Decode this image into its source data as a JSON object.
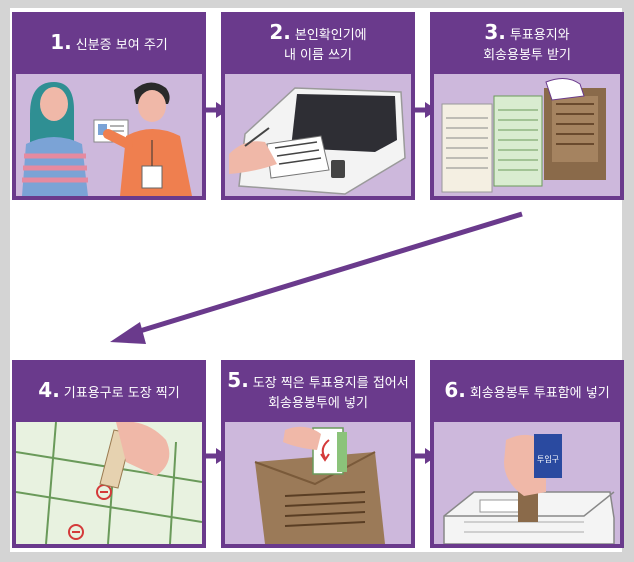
{
  "steps": [
    {
      "num": "1.",
      "line1": "신분증 보여 주기",
      "line2": ""
    },
    {
      "num": "2.",
      "line1": "본인확인기에",
      "line2": "내 이름 쓰기"
    },
    {
      "num": "3.",
      "line1": "투표용지와",
      "line2": "회송용봉투 받기"
    },
    {
      "num": "4.",
      "line1": "기표용구로 도장 찍기",
      "line2": ""
    },
    {
      "num": "5.",
      "line1": "도장 찍은 투표용지를 접어서",
      "line2": "회송용봉투에 넣기"
    },
    {
      "num": "6.",
      "line1": "회송용봉투 투표함에 넣기",
      "line2": ""
    }
  ],
  "illustration_text": {
    "ballot_box_tag": "투입구"
  },
  "colors": {
    "accent": "#6a3a8c",
    "background": "#d4d4d4",
    "panel": "#cdb8dc"
  }
}
